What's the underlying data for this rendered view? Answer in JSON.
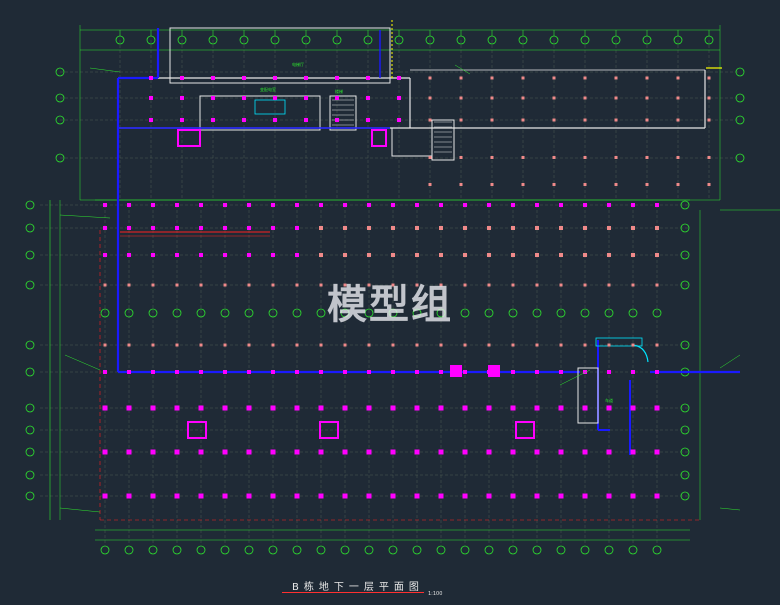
{
  "drawing": {
    "title": "B栋地下一层平面图",
    "scale": "1:100",
    "watermark": "模型组",
    "room_labels": [
      "电梯厅",
      "变配电室",
      "楼梯",
      "车道"
    ]
  },
  "colors": {
    "background": "#1f2a36",
    "grid_dim": "#5a6b5a",
    "axis_green": "#2ee62e",
    "wall_blue": "#1a1aff",
    "wall_white": "#e6e6e6",
    "column_magenta": "#ff00ff",
    "column_salmon": "#f08a8a",
    "accent_red": "#ff2020",
    "accent_cyan": "#00e5ff",
    "accent_yellow": "#ffff00"
  }
}
